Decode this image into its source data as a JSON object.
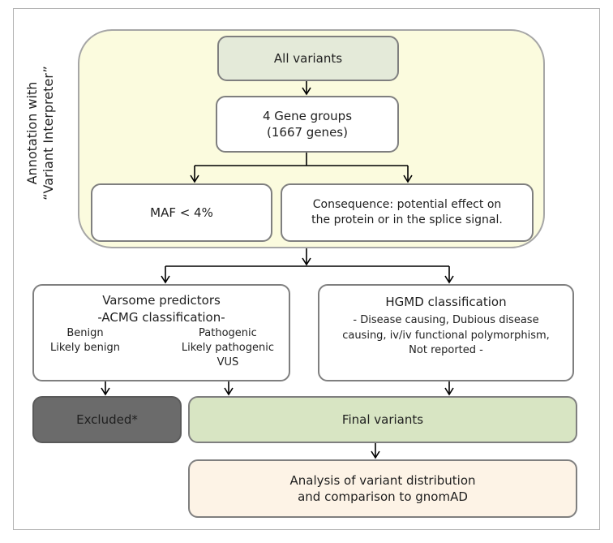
{
  "side_label": {
    "line1": "Annotation with",
    "line2": "“Variant Interpreter”"
  },
  "boxes": {
    "all_variants": {
      "line1": "All variants"
    },
    "gene_groups": {
      "line1": "4 Gene groups",
      "line2": "(1667 genes)"
    },
    "maf": {
      "line1": "MAF < 4%"
    },
    "consequence": {
      "line1": "Consequence: potential effect on",
      "line2": "the protein or in the splice signal."
    },
    "varsome": {
      "title1": "Varsome predictors",
      "title2": "-ACMG classification-",
      "benign": "Benign",
      "likely_benign": "Likely benign",
      "pathogenic": "Pathogenic",
      "likely_pathogenic": "Likely pathogenic",
      "vus": "VUS"
    },
    "hgmd": {
      "title": "HGMD classification",
      "line1": "- Disease causing, Dubious disease",
      "line2": "causing, iv/iv functional polymorphism,",
      "line3": "Not reported -"
    },
    "excluded": {
      "label": "Excluded*"
    },
    "final_variants": {
      "label": "Final variants"
    },
    "analysis": {
      "line1": "Analysis of variant distribution",
      "line2": "and comparison to gnomAD"
    }
  },
  "colors": {
    "panel_fill": "#fbfbde",
    "all_variants_fill": "#e4ead9",
    "final_variants_fill": "#d8e5c3",
    "excluded_fill": "#6b6b6b",
    "analysis_fill": "#fdf3e6",
    "border": "#7f7f7f"
  }
}
